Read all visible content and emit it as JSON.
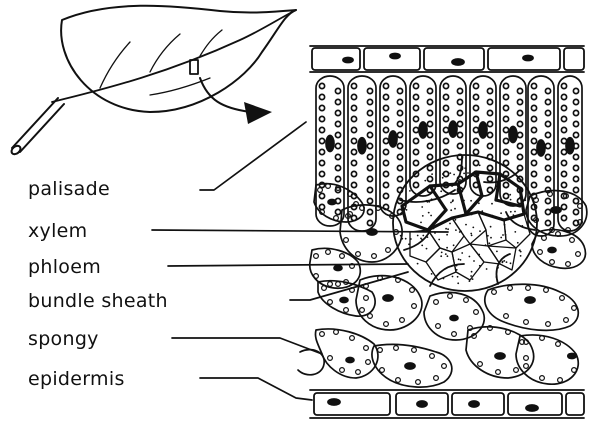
{
  "figure": {
    "labels": [
      {
        "id": "palisade",
        "text": "palisade"
      },
      {
        "id": "xylem",
        "text": "xylem"
      },
      {
        "id": "phloem",
        "text": "phloem"
      },
      {
        "id": "bundle_sheath",
        "text": "bundle sheath"
      },
      {
        "id": "spongy",
        "text": "spongy"
      },
      {
        "id": "epidermis",
        "text": "epidermis"
      }
    ],
    "colors": {
      "ink": "#111111",
      "background": "#ffffff"
    },
    "icons": {
      "leaf": "leaf-icon",
      "magnify_arrow": "arrow-icon"
    }
  }
}
